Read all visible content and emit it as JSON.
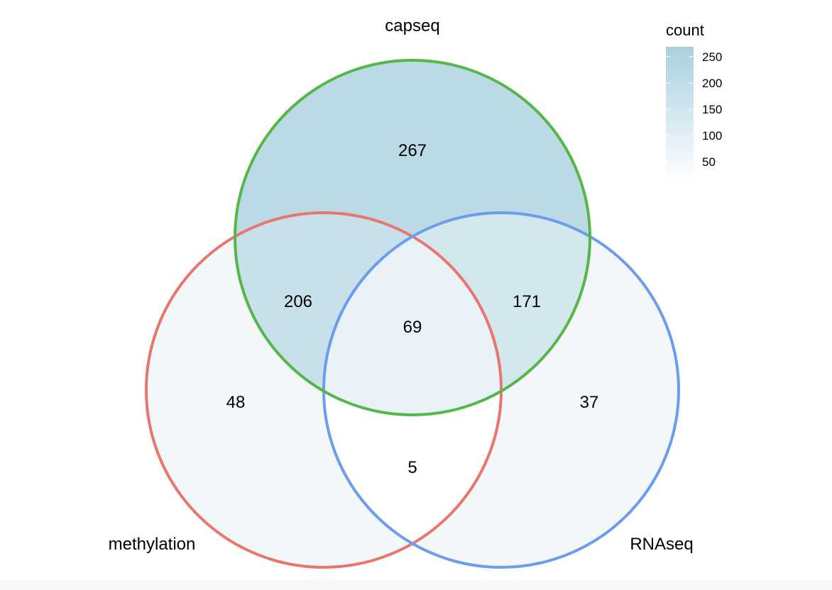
{
  "sets": {
    "methylation": {
      "label": "methylation",
      "color": "#E8766D"
    },
    "capseq": {
      "label": "capseq",
      "color": "#54B848"
    },
    "rnaseq": {
      "label": "RNAseq",
      "color": "#6C9CEC"
    }
  },
  "regions": {
    "capseq_only": "267",
    "methylation_capseq": "206",
    "capseq_rnaseq": "171",
    "all_three": "69",
    "methylation_only": "48",
    "rnaseq_only": "37",
    "methylation_rnaseq": "5"
  },
  "legend": {
    "title": "count",
    "ticks": [
      "250",
      "200",
      "150",
      "100",
      "50"
    ],
    "color_low": "#ffffff",
    "color_high": "#A9D0DF"
  }
}
